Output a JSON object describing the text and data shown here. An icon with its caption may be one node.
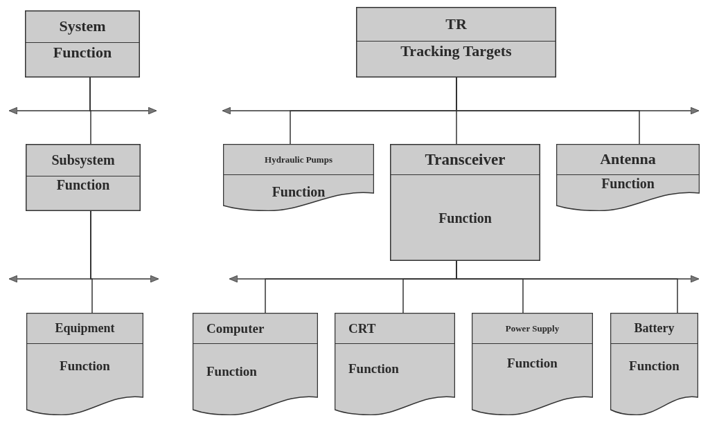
{
  "diagram": {
    "nodes": [
      {
        "text": [
          "System",
          "Function"
        ]
      },
      {
        "text": [
          "Subsystem",
          "Function"
        ]
      },
      {
        "text": [
          "Equipment",
          "Function"
        ]
      },
      {
        "text": [
          "TR",
          "Tracking Targets"
        ]
      },
      {
        "text": [
          "Hydraulic Pumps",
          "Function"
        ]
      },
      {
        "text": [
          "Transceiver",
          "Function"
        ]
      },
      {
        "text": [
          "Antenna",
          "Function"
        ]
      },
      {
        "text": [
          "Computer",
          "Function"
        ]
      },
      {
        "text": [
          "CRT",
          "Function"
        ]
      },
      {
        "text": [
          "Power Supply",
          "Function"
        ]
      },
      {
        "text": [
          "Battery",
          "Function"
        ]
      }
    ],
    "edges": [
      {
        "from": 0,
        "to": 1,
        "arrow": "none"
      },
      {
        "from": 0,
        "to": null,
        "arrow": "to"
      },
      {
        "from": 0,
        "to": null,
        "arrow": "to"
      },
      {
        "from": 1,
        "to": 2,
        "arrow": "none"
      },
      {
        "from": 1,
        "to": null,
        "arrow": "to"
      },
      {
        "from": 1,
        "to": null,
        "arrow": "to"
      },
      {
        "from": 3,
        "to": 4,
        "arrow": "none"
      },
      {
        "from": 3,
        "to": 5,
        "arrow": "none"
      },
      {
        "from": 3,
        "to": 6,
        "arrow": "none"
      },
      {
        "from": 3,
        "to": null,
        "arrow": "to"
      },
      {
        "from": 3,
        "to": null,
        "arrow": "to"
      },
      {
        "from": 5,
        "to": 7,
        "arrow": "none"
      },
      {
        "from": 5,
        "to": 8,
        "arrow": "none"
      },
      {
        "from": 5,
        "to": 9,
        "arrow": "none"
      },
      {
        "from": 5,
        "to": 10,
        "arrow": "none"
      },
      {
        "from": 5,
        "to": null,
        "arrow": "to"
      },
      {
        "from": 5,
        "to": null,
        "arrow": "to"
      }
    ]
  }
}
